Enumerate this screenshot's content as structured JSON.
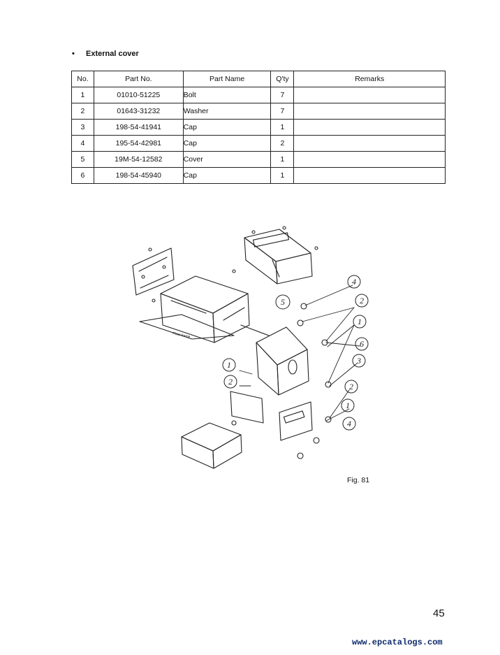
{
  "section": {
    "bullet": "•",
    "title": "External cover"
  },
  "table": {
    "headers": [
      "No.",
      "Part No.",
      "Part Name",
      "Q'ty",
      "Remarks"
    ],
    "rows": [
      {
        "no": "1",
        "part_no": "01010-51225",
        "name": "Bolt",
        "qty": "7",
        "remarks": ""
      },
      {
        "no": "2",
        "part_no": "01643-31232",
        "name": "Washer",
        "qty": "7",
        "remarks": ""
      },
      {
        "no": "3",
        "part_no": "198-54-41941",
        "name": "Cap",
        "qty": "1",
        "remarks": ""
      },
      {
        "no": "4",
        "part_no": "195-54-42981",
        "name": "Cap",
        "qty": "2",
        "remarks": ""
      },
      {
        "no": "5",
        "part_no": "19M-54-12582",
        "name": "Cover",
        "qty": "1",
        "remarks": ""
      },
      {
        "no": "6",
        "part_no": "198-54-45940",
        "name": "Cap",
        "qty": "1",
        "remarks": ""
      }
    ]
  },
  "figure": {
    "callouts": [
      "4",
      "2",
      "1",
      "6",
      "3",
      "5",
      "1",
      "2",
      "2",
      "1",
      "4"
    ],
    "frame_label": "Floor frame",
    "caption": "Fig. 81"
  },
  "page_number": "45",
  "footer_url": "www.epcatalogs.com"
}
